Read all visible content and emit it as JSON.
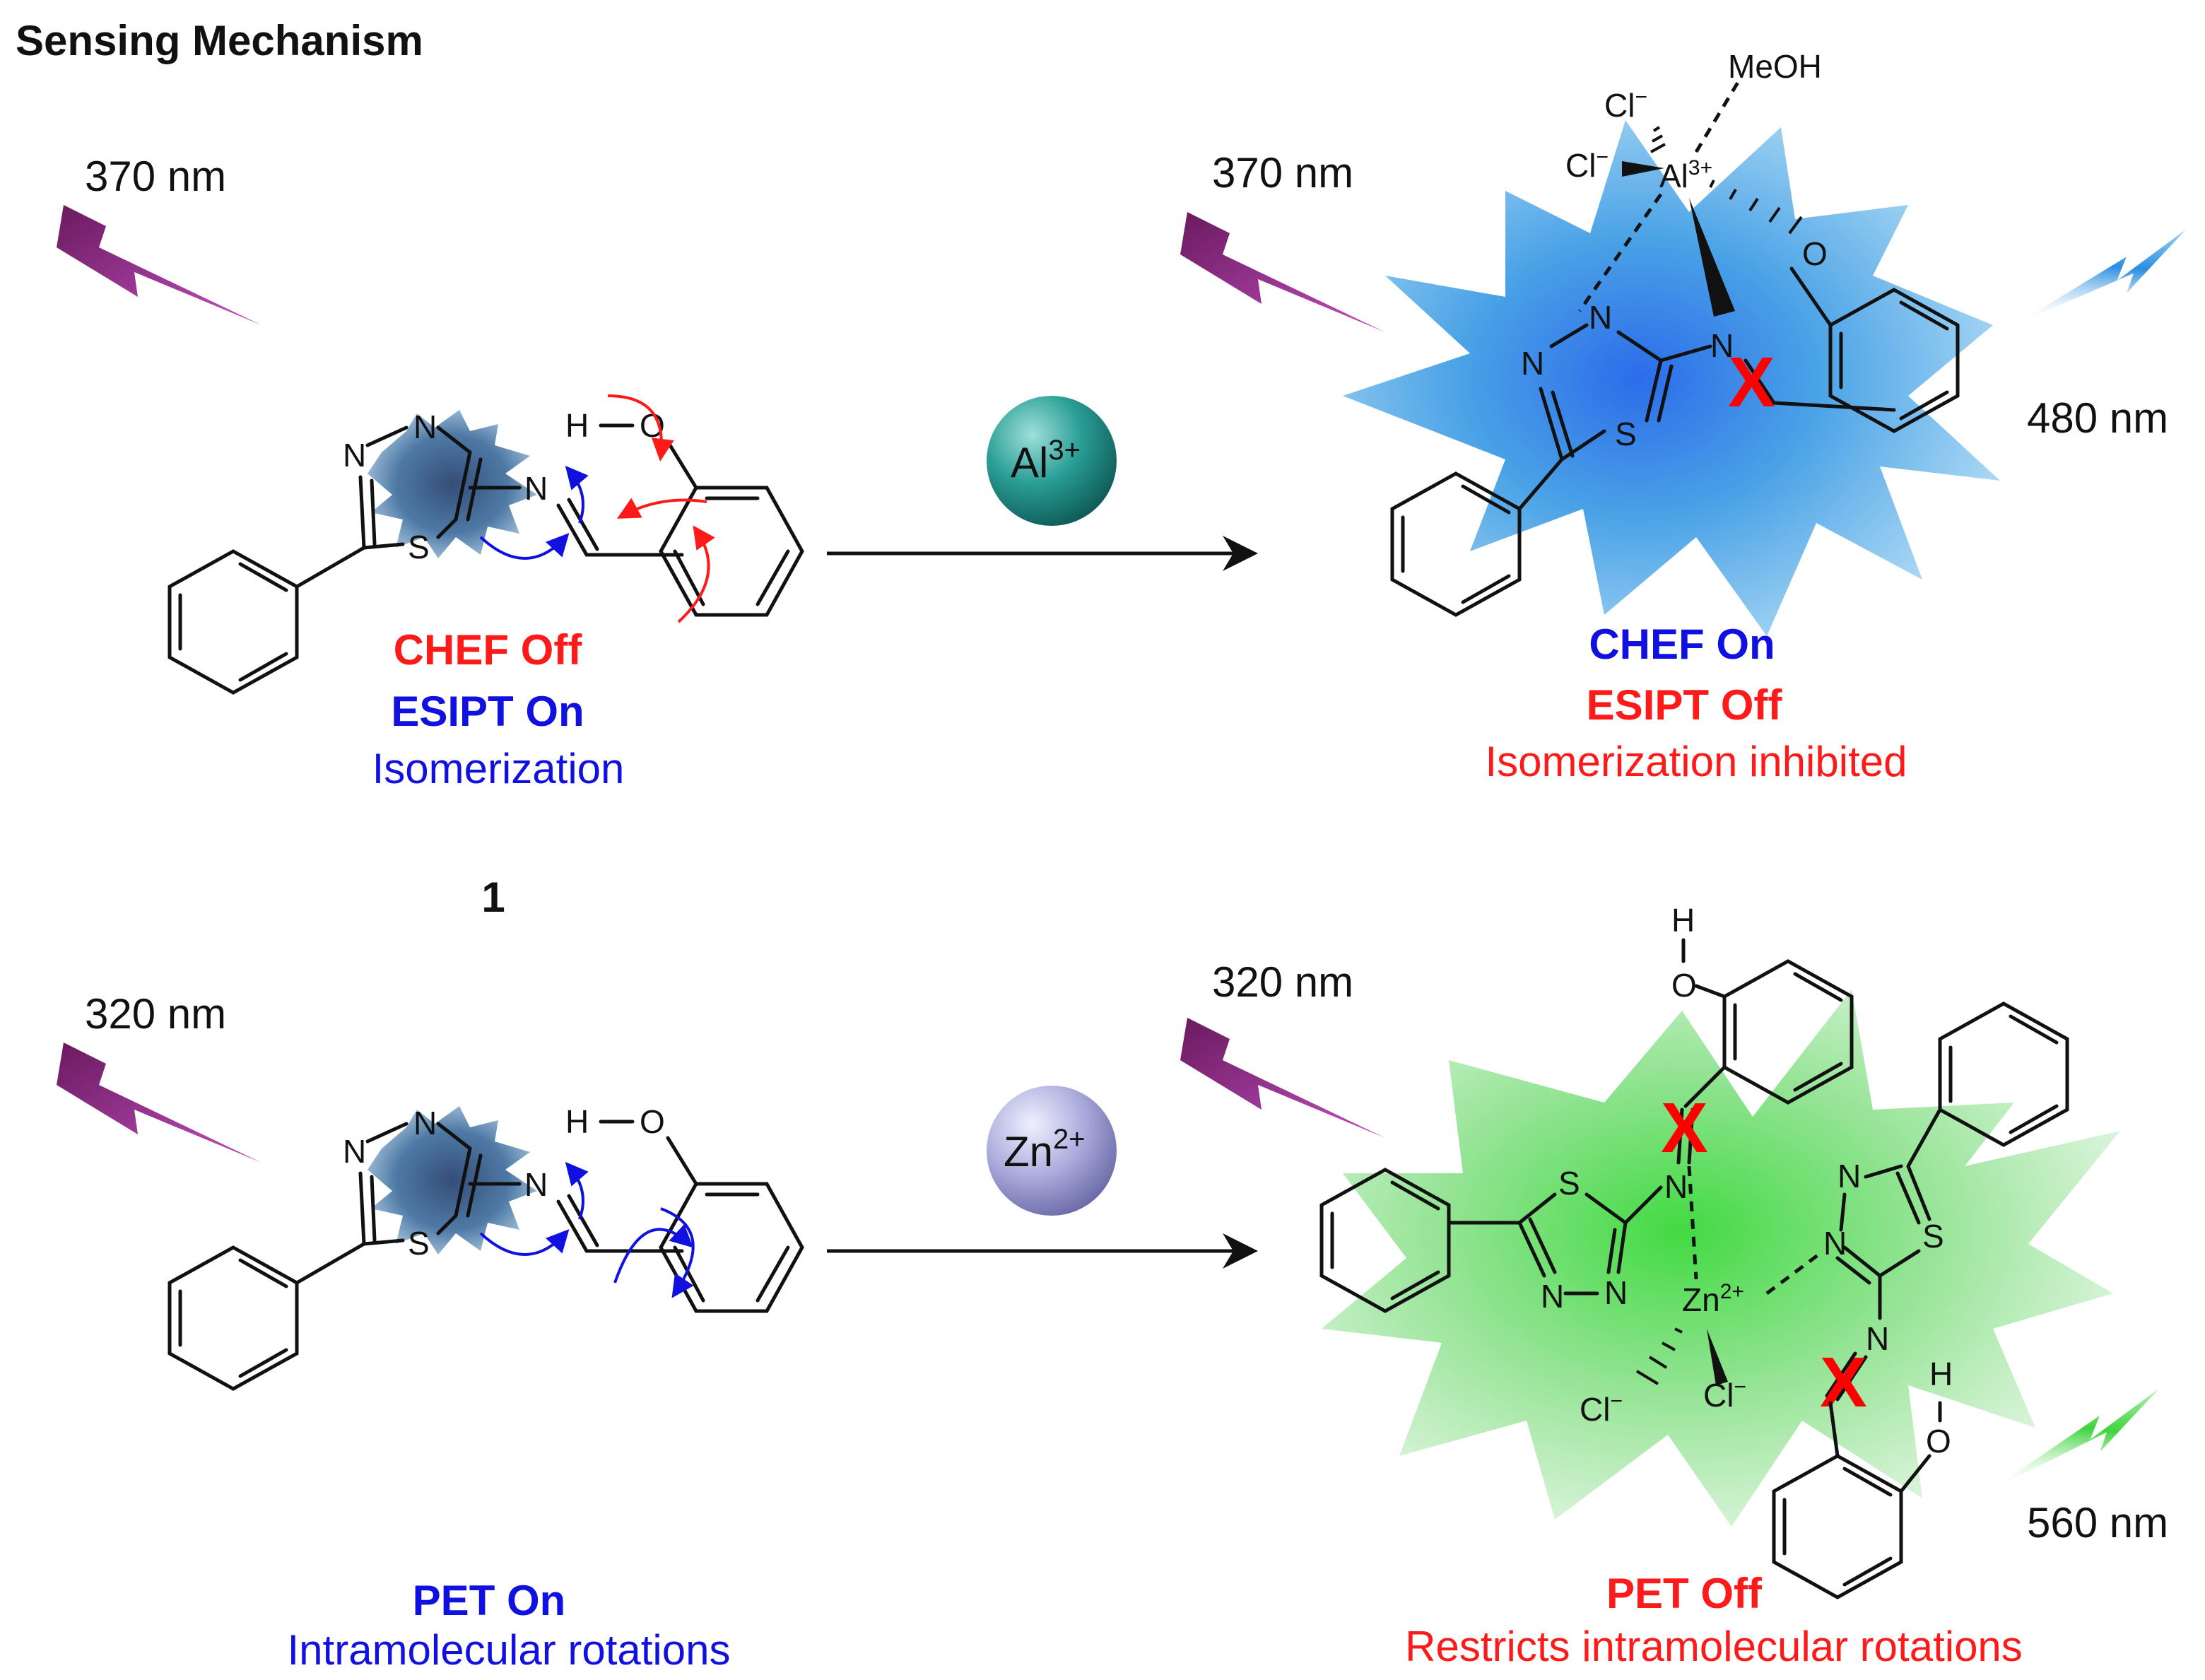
{
  "title": "Sensing Mechanism",
  "compound_label": "1",
  "colors": {
    "red": "#ff1a1a",
    "blue": "#1010e0",
    "purple": "#9b2d8e",
    "al_glow": "#2a8ee0",
    "zn_glow": "#3ed43e",
    "ion_al": "#1f8a86",
    "ion_zn": "#8e8ec8"
  },
  "top": {
    "excitation": "370 nm",
    "emission": "480 nm",
    "ion": {
      "symbol": "Al",
      "charge": "3+"
    },
    "left_labels": {
      "chef": "CHEF Off",
      "esipt": "ESIPT On",
      "note": "Isomerization"
    },
    "right_labels": {
      "chef": "CHEF On",
      "esipt": "ESIPT Off",
      "note": "Isomerization inhibited"
    },
    "ligands": {
      "meoh": "MeOH",
      "cl1": "Cl",
      "cl2": "Cl",
      "metal": "Al",
      "metal_charge": "3+",
      "minus": "−"
    }
  },
  "bottom": {
    "excitation": "320 nm",
    "emission": "560 nm",
    "ion": {
      "symbol": "Zn",
      "charge": "2+"
    },
    "left_labels": {
      "pet": "PET On",
      "note": "Intramolecular rotations"
    },
    "right_labels": {
      "pet": "PET Off",
      "note": "Restricts intramolecular rotations"
    },
    "ligands": {
      "metal": "Zn",
      "metal_charge": "2+",
      "cl1": "Cl",
      "cl2": "Cl",
      "minus": "−"
    }
  },
  "atoms": {
    "n": "N",
    "s": "S",
    "o": "O",
    "h": "H",
    "x": "X"
  }
}
